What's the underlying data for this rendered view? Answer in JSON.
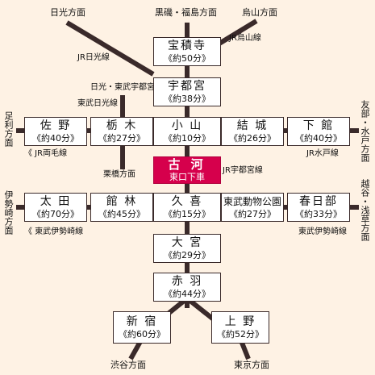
{
  "colors": {
    "line": "#3a2a2a",
    "origin": "#d6004c",
    "background": "#fef2e4"
  },
  "directions": {
    "nikko": "日光方面",
    "kurosohisono": "黒磯・福島方面",
    "karasuyama": "烏山方面",
    "ashikaga": "足利方面",
    "tomobe": "友部・水戸方面",
    "isesaki": "伊勢崎方面",
    "koshigaya": "越谷・浅草方面",
    "shibuya": "渋谷方面",
    "tokyo": "東京方面"
  },
  "stations": {
    "hoshakuji": {
      "name": "宝積寺",
      "time": "《約50分》"
    },
    "utsunomiya": {
      "name": "宇都宮",
      "time": "《約38分》"
    },
    "sano": {
      "name": "佐 野",
      "time": "《約40分》"
    },
    "tochigi": {
      "name": "栃 木",
      "time": "《約27分》"
    },
    "oyama": {
      "name": "小 山",
      "time": "《約10分》"
    },
    "yuki": {
      "name": "結 城",
      "time": "《約26分》"
    },
    "shimodate": {
      "name": "下 館",
      "time": "《約40分》"
    },
    "koga": {
      "name": "古 河",
      "time": "東口下車"
    },
    "ota": {
      "name": "太 田",
      "time": "《約70分》"
    },
    "tatebayashi": {
      "name": "館 林",
      "time": "《約45分》"
    },
    "kuki": {
      "name": "久 喜",
      "time": "《約15分》"
    },
    "tobudobutsukoen": {
      "name": "東武動物公園",
      "time": "《約27分》"
    },
    "kasukabe": {
      "name": "春日部",
      "time": "《約33分》"
    },
    "omiya": {
      "name": "大 宮",
      "time": "《約29分》"
    },
    "akabane": {
      "name": "赤 羽",
      "time": "《約44分》"
    },
    "shinjuku": {
      "name": "新 宿",
      "time": "《約60分》"
    },
    "ueno": {
      "name": "上 野",
      "time": "《約52分》"
    }
  },
  "lines": {
    "jr_karasuyama": "JR烏山線",
    "jr_nikko": "JR日光線",
    "nikko_tobu_utsunomiya": "日光・東武宇都宮方面",
    "tobu_nikko": "東武日光線",
    "jr_ryomo": "《 JR両毛線",
    "jr_mito": "JR水戸線",
    "kurihashi": "栗橋方面",
    "jr_utsunomiya": "JR宇都宮線",
    "tobu_isesaki_left": "《 東武伊勢崎線",
    "tobu_isesaki_right": "東武伊勢崎線"
  }
}
